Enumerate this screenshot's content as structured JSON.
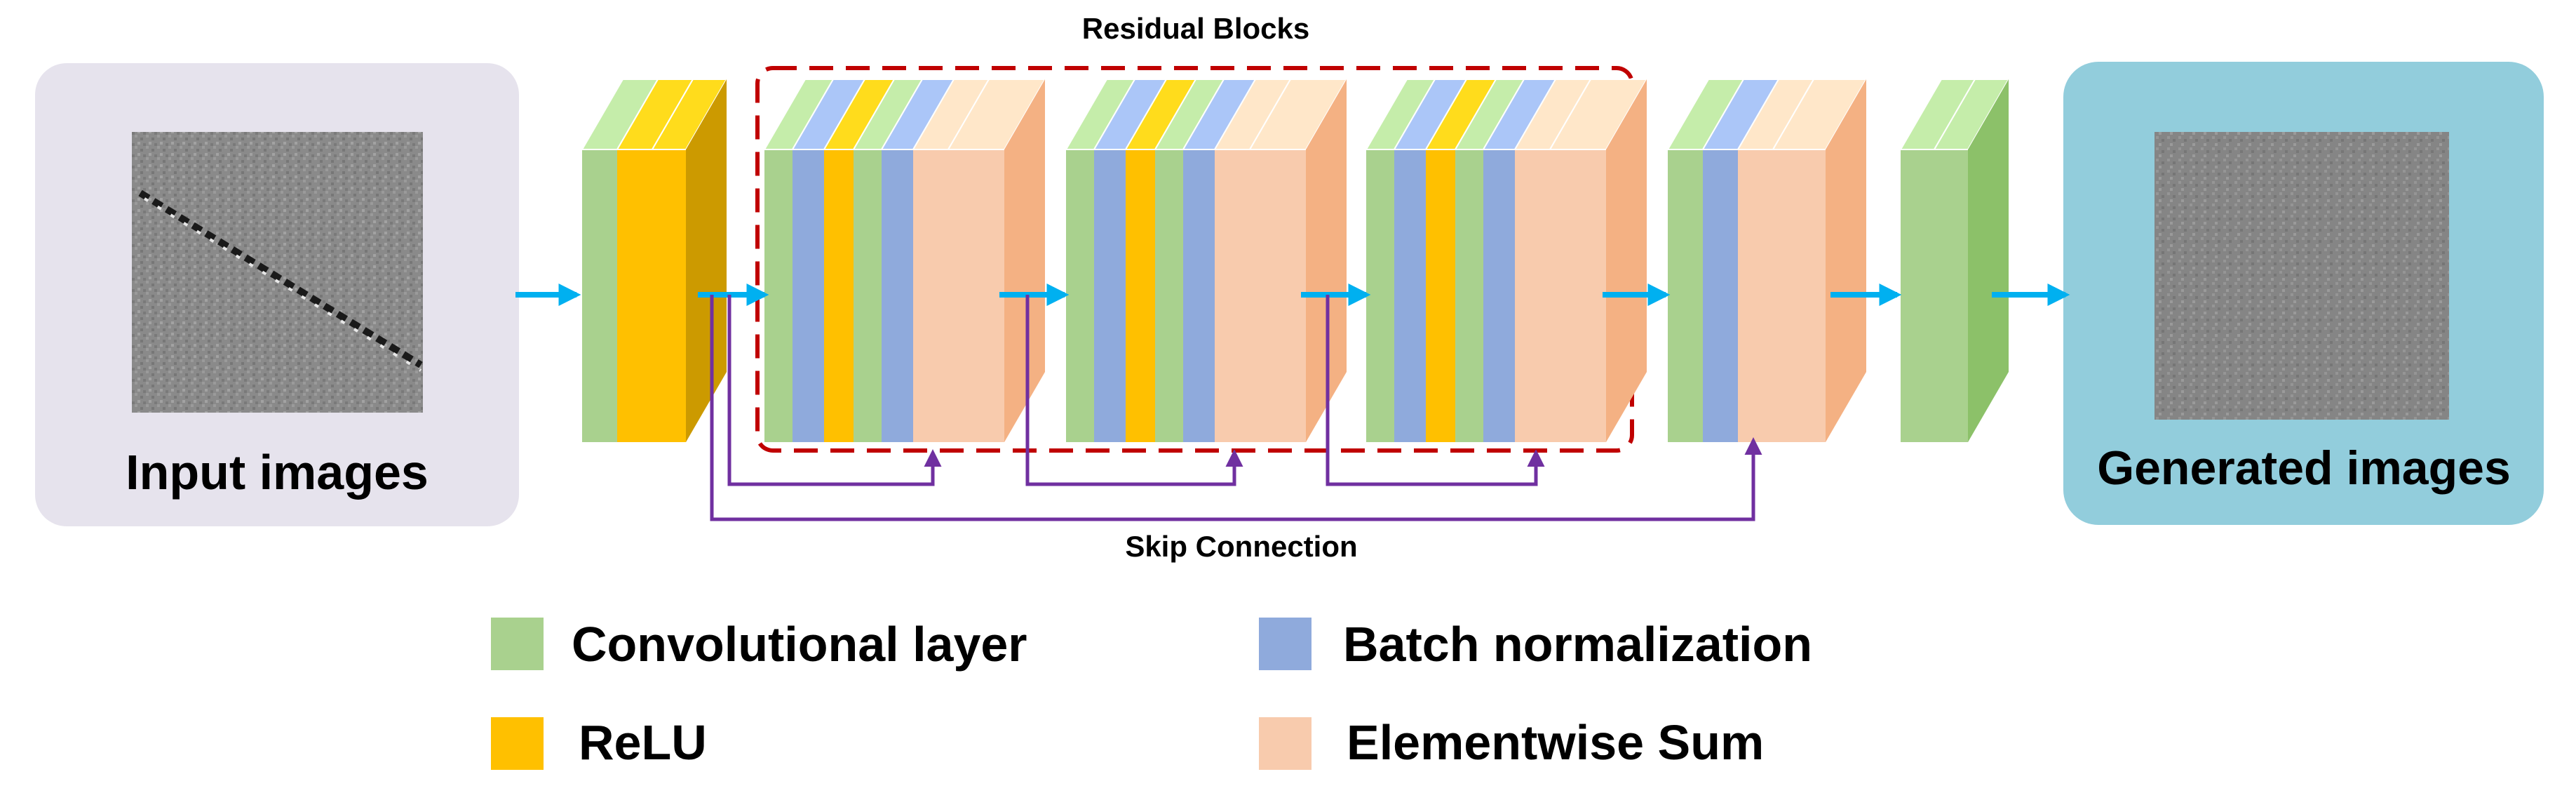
{
  "diagram": {
    "top_label": "Residual Blocks",
    "skip_label": "Skip Connection",
    "input_label": "Input images",
    "output_label": "Generated images"
  },
  "legend": {
    "items": [
      {
        "key": "conv",
        "label": "Convolutional layer"
      },
      {
        "key": "bn",
        "label": "Batch normalization"
      },
      {
        "key": "relu",
        "label": "ReLU"
      },
      {
        "key": "sum",
        "label": "Elementwise Sum"
      }
    ]
  },
  "colors": {
    "conv": "#a9d18e",
    "conv_dark": "#8cc169",
    "relu": "#ffc000",
    "relu_dark": "#cc9a00",
    "bn": "#8faadc",
    "sum": "#f8cbad",
    "sum_dark": "#f4b183",
    "arrow": "#00b0f0",
    "skip": "#7030a0",
    "dashed_box": "#c00000",
    "input_bg": "#e6e3ed",
    "output_bg": "#92cddc"
  }
}
